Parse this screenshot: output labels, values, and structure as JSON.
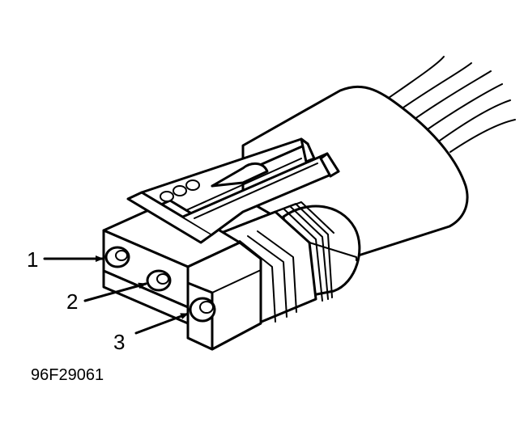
{
  "figure": {
    "callouts": [
      {
        "label": "1",
        "target": "terminal-cavity-1"
      },
      {
        "label": "2",
        "target": "terminal-cavity-2"
      },
      {
        "label": "3",
        "target": "terminal-cavity-3"
      }
    ],
    "figure_code": "96F29061"
  }
}
